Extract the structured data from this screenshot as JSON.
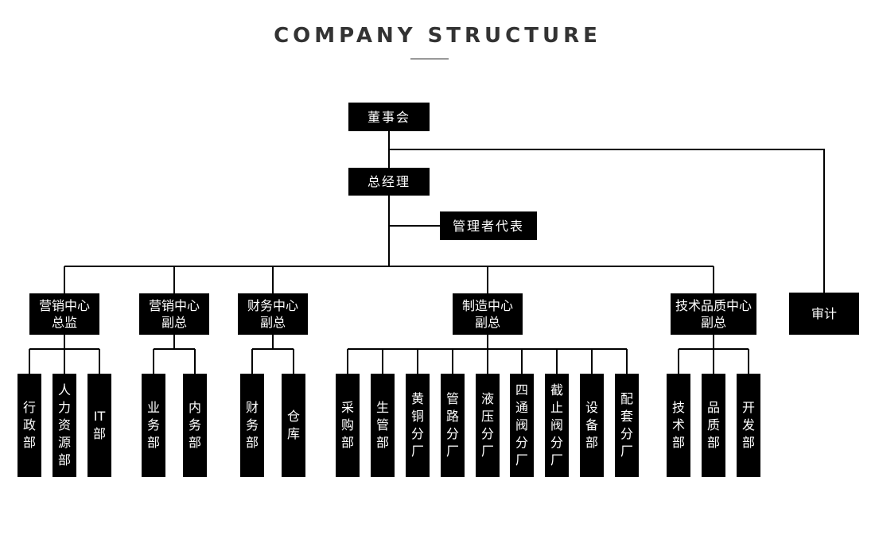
{
  "title": "COMPANY STRUCTURE",
  "colors": {
    "box": "#000000",
    "text": "#ffffff",
    "line": "#000000",
    "title": "#333333",
    "underline": "#999999"
  },
  "top": {
    "board": "董事会",
    "gm": "总经理",
    "mgmt_rep": "管理者代表",
    "audit": "审计"
  },
  "centers": [
    {
      "label": "营销中心\n总监"
    },
    {
      "label": "营销中心\n副总"
    },
    {
      "label": "财务中心\n副总"
    },
    {
      "label": "制造中心\n副总"
    },
    {
      "label": "技术品质中心\n副总"
    }
  ],
  "departments": [
    "行政部",
    "人力资源部",
    "IT部",
    "业务部",
    "内务部",
    "财务部",
    "仓库",
    "采购部",
    "生管部",
    "黄铜分厂",
    "管路分厂",
    "液压分厂",
    "四通阀分厂",
    "截止阀分厂",
    "设备部",
    "配套分厂",
    "技术部",
    "品质部",
    "开发部"
  ]
}
